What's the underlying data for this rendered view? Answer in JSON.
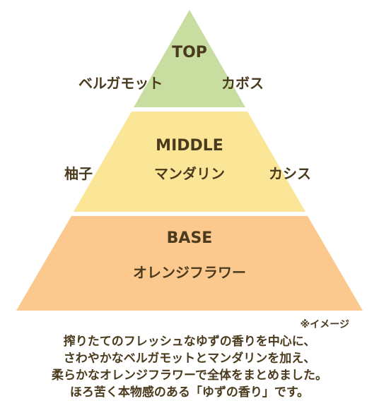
{
  "pyramid": {
    "top": {
      "title": "TOP",
      "notes": [
        "ベルガモット",
        "カボス"
      ],
      "color": "#c7dea0"
    },
    "middle": {
      "title": "MIDDLE",
      "notes": [
        "柚子",
        "マンダリン",
        "カシス"
      ],
      "color": "#fbe597"
    },
    "base": {
      "title": "BASE",
      "notes": [
        "オレンジフラワー"
      ],
      "color": "#fbc88e"
    }
  },
  "image_note": "※イメージ",
  "description": [
    "搾りたてのフレッシュなゆずの香りを中心に、",
    "さわやかなベルガモットとマンダリンを加え、",
    "柔らかなオレンジフラワーで全体をまとめました。",
    "ほろ苦く本物感のある「ゆずの香り」です。"
  ]
}
